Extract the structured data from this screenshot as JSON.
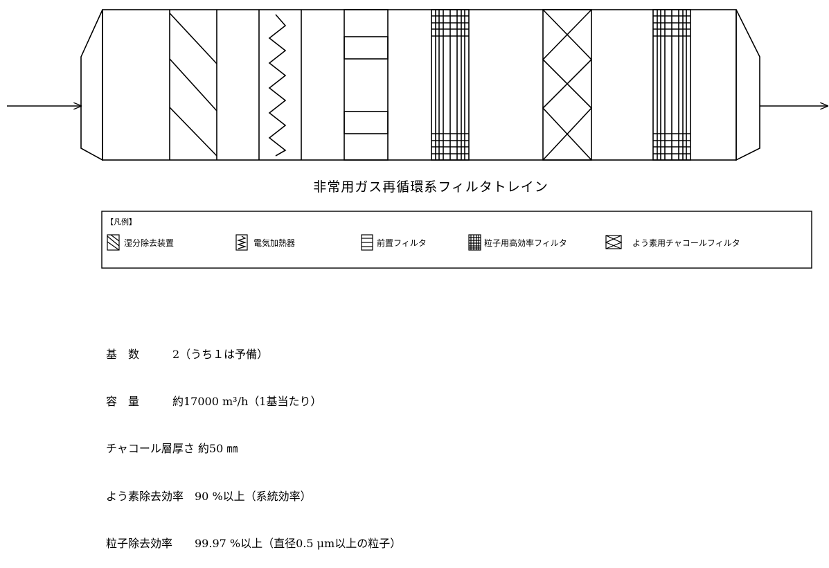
{
  "diagram": {
    "title": "非常用ガス再循環系フィルタトレイン"
  },
  "legend": {
    "heading": "【凡例】",
    "items": [
      {
        "icon": "moisture-separator-icon",
        "label": "湿分除去装置"
      },
      {
        "icon": "electric-heater-icon",
        "label": "電気加熱器"
      },
      {
        "icon": "prefilter-icon",
        "label": "前置フィルタ"
      },
      {
        "icon": "hepa-filter-icon",
        "label": "粒子用高効率フィルタ"
      },
      {
        "icon": "charcoal-filter-icon",
        "label": "よう素用チャコールフィルタ"
      }
    ]
  },
  "specs": [
    "基　数　　　2（うち１は予備）",
    "容　量　　　約17000 m³/h（1基当たり）",
    "チャコール層厚さ 約50 ㎜",
    "よう素除去効率　90 %以上（系統効率）",
    "粒子除去効率　　99.97 %以上（直径0.5 μm以上の粒子）"
  ]
}
